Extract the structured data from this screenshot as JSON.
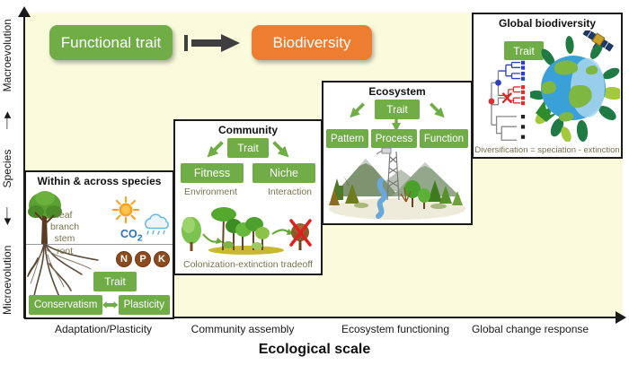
{
  "colors": {
    "accent_green": "#70AD47",
    "accent_orange": "#ED7D31",
    "background_yellow": "#FAFADC",
    "arrow_dark": "#3F3F3F",
    "olive_text": "#75754E",
    "nutrient_brown": "#8C4A1F",
    "co2_blue": "#2E75B6",
    "extinction_red": "#E02020"
  },
  "y_axis": {
    "top": "Macroevolution",
    "middle": "Species",
    "bottom": "Microevolution",
    "arrow_to_bottom": "◀──",
    "arrow_to_top": "──▶"
  },
  "header": {
    "functional_trait": "Functional trait",
    "biodiversity": "Biodiversity"
  },
  "panels": {
    "within_species": {
      "title": "Within & across species",
      "plant_parts": [
        "leaf",
        "branch",
        "stem",
        "root"
      ],
      "co2": {
        "text": "CO",
        "sub": "2"
      },
      "nutrients": [
        "N",
        "P",
        "K"
      ],
      "trait": "Trait",
      "left_box": "Conservatism",
      "right_box": "Plasticity"
    },
    "community": {
      "title": "Community",
      "trait": "Trait",
      "left_box": "Fitness",
      "right_box": "Niche",
      "left_sub": "Environment",
      "right_sub": "Interaction",
      "caption": "Colonization-extinction tradeoff"
    },
    "ecosystem": {
      "title": "Ecosystem",
      "trait": "Trait",
      "boxes": [
        "Pattern",
        "Process",
        "Function"
      ]
    },
    "global": {
      "title": "Global biodiversity",
      "trait": "Trait",
      "caption": "Diversification = speciation - extinction"
    }
  },
  "x_axis": {
    "labels": [
      "Adaptation/Plasticity",
      "Community assembly",
      "Ecosystem functioning",
      "Global change response"
    ],
    "title": "Ecological scale"
  },
  "icons": {
    "header_arrow": "thick-right-arrow-icon",
    "sun": "sun-icon",
    "rain_cloud": "rain-cloud-icon",
    "tree": "tree-with-roots-icon",
    "forest": "forest-succession-icon",
    "landscape": "mountain-landscape-icon",
    "earth": "earth-globe-icon",
    "satellite": "satellite-icon",
    "phylogeny": "phylogenetic-tree-icon",
    "double_arrow": "double-headed-arrow-icon"
  }
}
